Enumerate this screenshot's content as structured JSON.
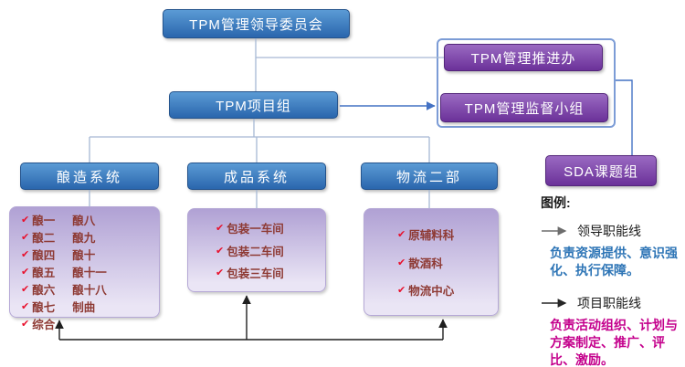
{
  "nodes": {
    "committee": "TPM管理领导委员会",
    "project": "TPM项目组",
    "promote": "TPM管理推进办",
    "supervise": "TPM管理监督小组",
    "sda": "SDA课题组",
    "brewing": "酿造系统",
    "finished": "成品系统",
    "logistics": "物流二部"
  },
  "details": {
    "check": "✔",
    "brewing": [
      [
        "酿一",
        "酿八"
      ],
      [
        "酿二",
        "酿九"
      ],
      [
        "酿四",
        "酿十"
      ],
      [
        "酿五",
        "酿十一"
      ],
      [
        "酿六",
        "酿十八"
      ],
      [
        "酿七",
        "制曲"
      ],
      [
        "综合"
      ]
    ],
    "finished": [
      "包装一车间",
      "包装二车间",
      "包装三车间"
    ],
    "logistics": [
      "原辅料科",
      "散酒科",
      "物流中心"
    ]
  },
  "legend": {
    "title": "图例:",
    "leader": {
      "label": "领导职能线",
      "desc": "负责资源提供、意识强化、执行保障。"
    },
    "project": {
      "label": "项目职能线",
      "desc": "负责活动组织、计划与方案制定、推广、评比、激励。"
    }
  },
  "colors": {
    "blue_top": "#5b9bd5",
    "blue_bottom": "#2a66ad",
    "purple_top": "#9a6ac2",
    "purple_bottom": "#6b3199",
    "panel_top": "#b0a1d4",
    "panel_bottom": "#eae5f5",
    "tree_line": "#a6b8d4",
    "link_blue": "#4472c4",
    "link_black": "#1f1f1f",
    "check": "#e8112d",
    "item_text": "#8e3a34",
    "leader_desc": "#2e75b6",
    "project_desc": "#c4008c"
  }
}
